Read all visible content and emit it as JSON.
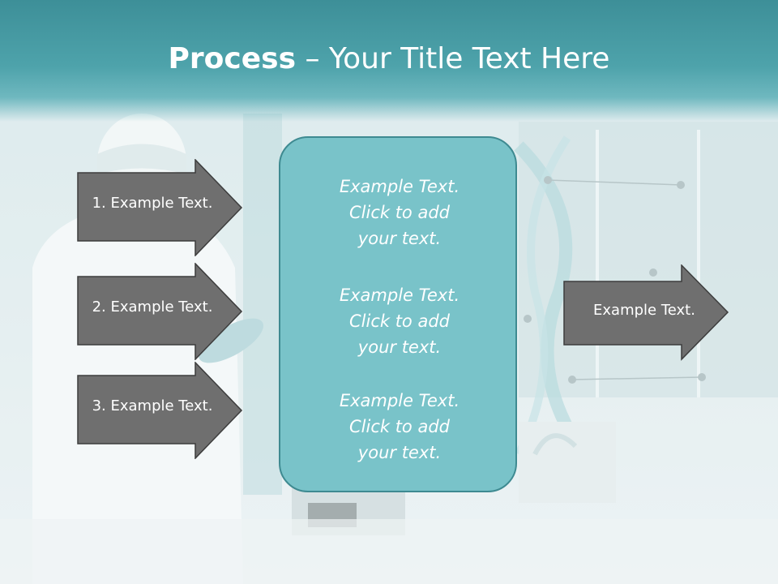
{
  "slide": {
    "title_bold": "Process",
    "title_rest": " – Your Title Text Here"
  },
  "left_arrows": [
    {
      "label": "1. Example Text."
    },
    {
      "label": "2. Example Text."
    },
    {
      "label": "3. Example Text."
    }
  ],
  "center_box": {
    "blocks": [
      {
        "line1": "Example Text.",
        "line2": "Click  to add",
        "line3": "your text."
      },
      {
        "line1": "Example Text.",
        "line2": "Click  to add",
        "line3": "your text."
      },
      {
        "line1": "Example Text.",
        "line2": "Click  to add",
        "line3": "your text."
      }
    ]
  },
  "right_arrow": {
    "label": "Example Text."
  },
  "colors": {
    "title_band": "#4ea3ab",
    "arrow_fill": "#6f6f6f",
    "box_fill": "#79c3c9",
    "box_border": "#3e8a91"
  },
  "background": {
    "image": "laboratory-scientist-photo"
  }
}
